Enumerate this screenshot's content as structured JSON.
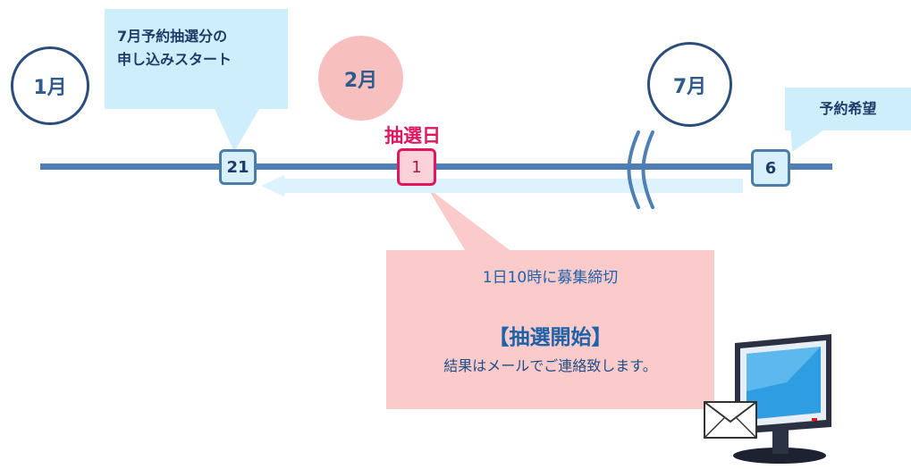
{
  "months": {
    "jan": "1月",
    "feb": "2月",
    "jul": "7月"
  },
  "callouts": {
    "start_line1": "7月予約抽選分の",
    "start_line2": "申し込みスタート",
    "reservation": "予約希望"
  },
  "days": {
    "d21": "21",
    "d1": "1",
    "d6": "6"
  },
  "lottery_day_label": "抽選日",
  "panel": {
    "deadline": "1日10時に募集締切",
    "heading": "【抽選開始】",
    "note": "結果はメールでご連絡致します。"
  },
  "colors": {
    "timeline": "#4f7fb4",
    "arrow": "#ddf2fc",
    "pink_accent": "#e0175f",
    "pink_panel": "#fbcaca",
    "callout_blue": "#cfeefc"
  },
  "icons": {
    "computer": "monitor-with-envelope-icon",
    "break": "timeline-break-icon"
  }
}
